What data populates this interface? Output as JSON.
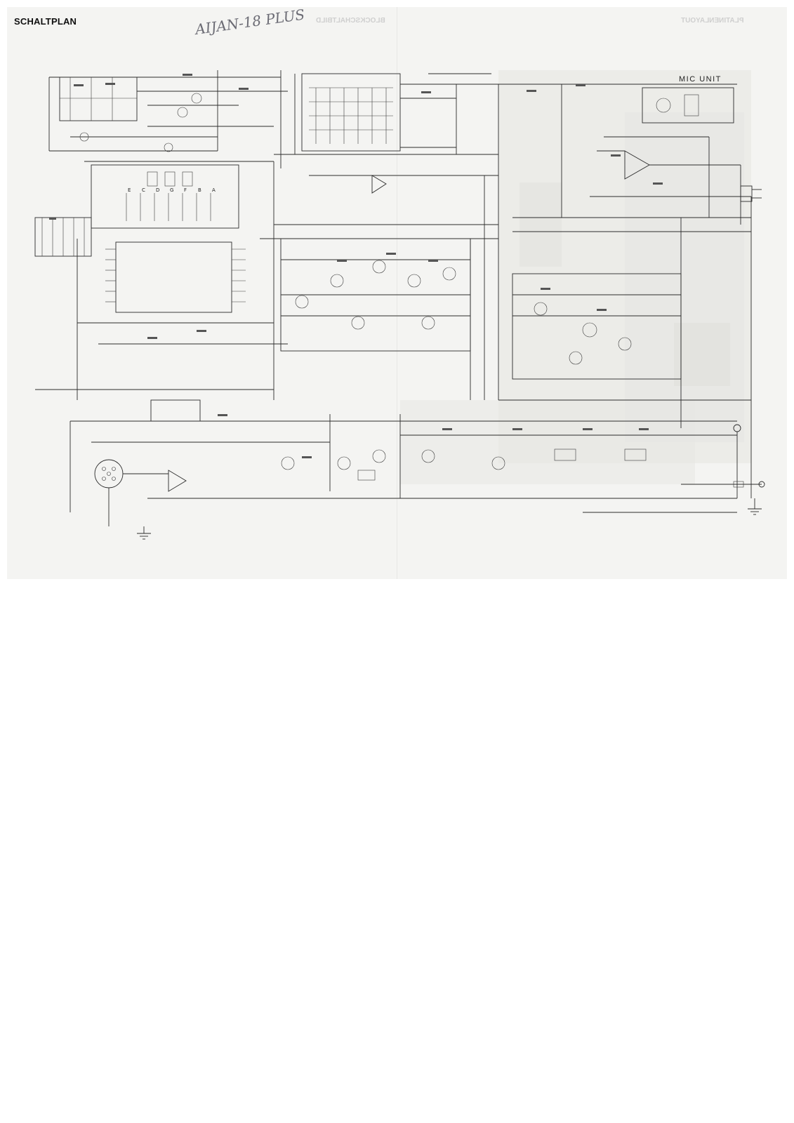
{
  "page": {
    "title": "SCHALTPLAN",
    "handwritten_note": "AIJAN-18 PLUS",
    "mirrored_headers": [
      "PLATINENLAYOUT",
      "BLOCKSCHALTBILD"
    ],
    "mic_unit_label": "MIC UNIT"
  },
  "colors": {
    "ink": "#2b2b2b",
    "paper": "#f4f4f2",
    "bleed_through": "#dcdcd8",
    "pencil": "#6b6b74"
  },
  "display": {
    "segment_labels": [
      "E",
      "C",
      "D",
      "G",
      "F",
      "B",
      "A"
    ]
  },
  "icons": [
    "microphone-connector-icon",
    "ground-symbol-icon",
    "antenna-connector-icon",
    "speaker-jack-icon"
  ]
}
